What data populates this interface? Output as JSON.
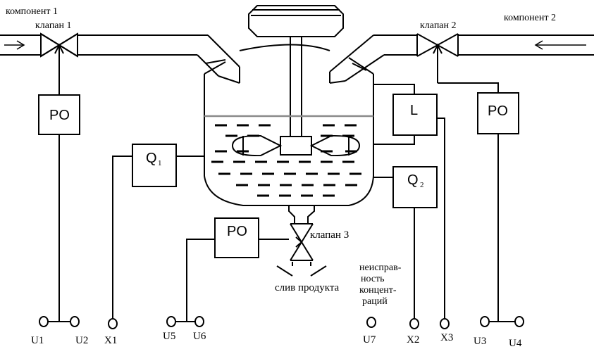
{
  "labels": {
    "component1": "компонент 1",
    "component2": "компонент 2",
    "valve1": "клапан 1",
    "valve2": "клапан 2",
    "valve3": "клапан 3",
    "drain": "слив продукта",
    "fault": [
      "неисправ-",
      "ность",
      "концент-",
      "раций"
    ]
  },
  "blocks": {
    "ro_left": "PO",
    "ro_right": "PO",
    "ro_bottom": "PO",
    "q1_main": "Q",
    "q1_sub": "1",
    "q2_main": "Q",
    "q2_sub": "2",
    "level": "L"
  },
  "terminals": {
    "u1": "U1",
    "u2": "U2",
    "x1": "X1",
    "u5": "U5",
    "u6": "U6",
    "u7": "U7",
    "x2": "X2",
    "x3": "X3",
    "u3": "U3",
    "u4": "U4"
  },
  "colors": {
    "liquid_level": "#8a8a8a"
  }
}
